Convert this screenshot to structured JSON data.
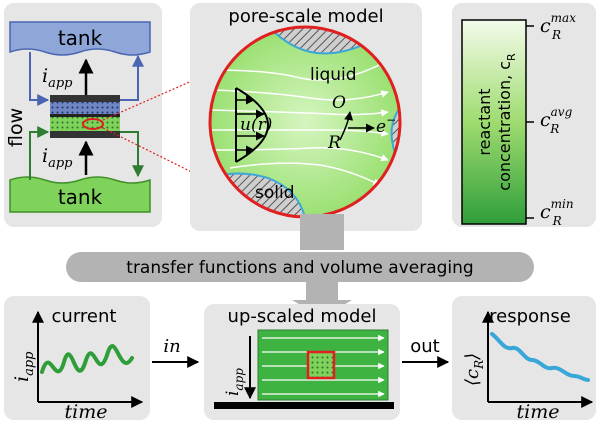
{
  "flow_panel": {
    "tank_top": "tank",
    "tank_bottom": "tank",
    "current_top": "i",
    "current_top_sub": "app",
    "current_bottom": "i",
    "current_bottom_sub": "app",
    "side_label": "flow"
  },
  "pore_panel": {
    "title": "pore-scale model",
    "liquid_label": "liquid",
    "solid_label": "solid",
    "velocity_label": "u(r)",
    "oxidized_label": "O",
    "reduced_label": "R",
    "electron_label": "e",
    "electron_sup": "−"
  },
  "scale_panel": {
    "axis_label_line1": "reactant",
    "axis_label_line2": "concentration, c",
    "axis_label_sub": "R",
    "max_base": "c",
    "max_sub": "R",
    "max_sup": "max",
    "avg_base": "c",
    "avg_sub": "R",
    "avg_sup": "avg",
    "min_base": "c",
    "min_sub": "R",
    "min_sup": "min",
    "colors": {
      "top": "#f3fbea",
      "middle": "#9fdc70",
      "bottom": "#2f9e3a"
    }
  },
  "banner": {
    "text": "transfer functions and volume averaging"
  },
  "current_panel": {
    "title": "current",
    "y_label": "i",
    "y_label_sub": "app",
    "x_label": "time"
  },
  "upscaled_panel": {
    "title": "up-scaled model",
    "current_label": "i",
    "current_label_sub": "app"
  },
  "response_panel": {
    "title": "response",
    "y_label": "⟨c",
    "y_label_sub": "R",
    "y_label_close": "⟩",
    "x_label": "time"
  },
  "connectors": {
    "in_label": "in",
    "out_label": "out"
  },
  "colors": {
    "panel_bg": "#e6e6e6",
    "tank_blue": "#8ea6d8",
    "tank_green": "#7fd35a",
    "pore_green": "#a3e57b",
    "red_outline": "#e02020",
    "signal_green": "#2f9e3a",
    "response_blue": "#3aa7d9"
  }
}
